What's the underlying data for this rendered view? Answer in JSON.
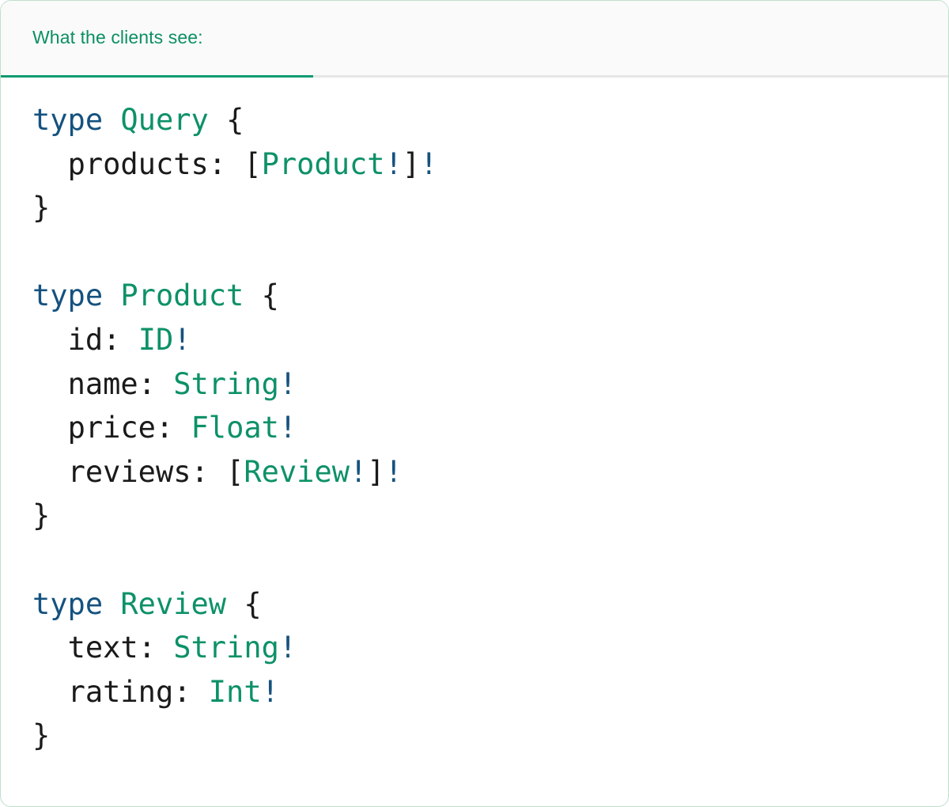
{
  "card": {
    "background": "#ffffff",
    "border_color": "#bfdfcd",
    "corner_radius": "14px"
  },
  "header": {
    "title": "What the clients see:",
    "title_color": "#0c8f63",
    "background": "#fafafa",
    "active_tab_underline_color": "#0e9b72",
    "inactive_border_color": "#e6e6e6"
  },
  "theme": {
    "keyword_color": "#15527f",
    "typename_color": "#0d9168",
    "text_color": "#1a1a1a",
    "bang_color": "#15527f",
    "code_background": "#ffffff"
  },
  "code": {
    "language": "graphql",
    "raw": "type Query {\n  products: [Product!]!\n}\n\ntype Product {\n  id: ID!\n  name: String!\n  price: Float!\n  reviews: [Review!]!\n}\n\ntype Review {\n  text: String!\n  rating: Int!\n}",
    "lines": [
      {
        "n": 1,
        "tokens": [
          {
            "t": "type",
            "c": "kw"
          },
          {
            "t": " ",
            "c": "plain"
          },
          {
            "t": "Query",
            "c": "type"
          },
          {
            "t": " ",
            "c": "plain"
          },
          {
            "t": "{",
            "c": "punct"
          }
        ]
      },
      {
        "n": 2,
        "tokens": [
          {
            "t": "  ",
            "c": "plain"
          },
          {
            "t": "products",
            "c": "field"
          },
          {
            "t": ": ",
            "c": "punct"
          },
          {
            "t": "[",
            "c": "punct"
          },
          {
            "t": "Product",
            "c": "type"
          },
          {
            "t": "!",
            "c": "bang"
          },
          {
            "t": "]",
            "c": "punct"
          },
          {
            "t": "!",
            "c": "bang"
          }
        ]
      },
      {
        "n": 3,
        "tokens": [
          {
            "t": "}",
            "c": "punct"
          }
        ]
      },
      {
        "n": 4,
        "tokens": []
      },
      {
        "n": 5,
        "tokens": [
          {
            "t": "type",
            "c": "kw"
          },
          {
            "t": " ",
            "c": "plain"
          },
          {
            "t": "Product",
            "c": "type"
          },
          {
            "t": " ",
            "c": "plain"
          },
          {
            "t": "{",
            "c": "punct"
          }
        ]
      },
      {
        "n": 6,
        "tokens": [
          {
            "t": "  ",
            "c": "plain"
          },
          {
            "t": "id",
            "c": "field"
          },
          {
            "t": ": ",
            "c": "punct"
          },
          {
            "t": "ID",
            "c": "type"
          },
          {
            "t": "!",
            "c": "bang"
          }
        ]
      },
      {
        "n": 7,
        "tokens": [
          {
            "t": "  ",
            "c": "plain"
          },
          {
            "t": "name",
            "c": "field"
          },
          {
            "t": ": ",
            "c": "punct"
          },
          {
            "t": "String",
            "c": "type"
          },
          {
            "t": "!",
            "c": "bang"
          }
        ]
      },
      {
        "n": 8,
        "tokens": [
          {
            "t": "  ",
            "c": "plain"
          },
          {
            "t": "price",
            "c": "field"
          },
          {
            "t": ": ",
            "c": "punct"
          },
          {
            "t": "Float",
            "c": "type"
          },
          {
            "t": "!",
            "c": "bang"
          }
        ]
      },
      {
        "n": 9,
        "tokens": [
          {
            "t": "  ",
            "c": "plain"
          },
          {
            "t": "reviews",
            "c": "field"
          },
          {
            "t": ": ",
            "c": "punct"
          },
          {
            "t": "[",
            "c": "punct"
          },
          {
            "t": "Review",
            "c": "type"
          },
          {
            "t": "!",
            "c": "bang"
          },
          {
            "t": "]",
            "c": "punct"
          },
          {
            "t": "!",
            "c": "bang"
          }
        ]
      },
      {
        "n": 10,
        "tokens": [
          {
            "t": "}",
            "c": "punct"
          }
        ]
      },
      {
        "n": 11,
        "tokens": []
      },
      {
        "n": 12,
        "tokens": [
          {
            "t": "type",
            "c": "kw"
          },
          {
            "t": " ",
            "c": "plain"
          },
          {
            "t": "Review",
            "c": "type"
          },
          {
            "t": " ",
            "c": "plain"
          },
          {
            "t": "{",
            "c": "punct"
          }
        ]
      },
      {
        "n": 13,
        "tokens": [
          {
            "t": "  ",
            "c": "plain"
          },
          {
            "t": "text",
            "c": "field"
          },
          {
            "t": ": ",
            "c": "punct"
          },
          {
            "t": "String",
            "c": "type"
          },
          {
            "t": "!",
            "c": "bang"
          }
        ]
      },
      {
        "n": 14,
        "tokens": [
          {
            "t": "  ",
            "c": "plain"
          },
          {
            "t": "rating",
            "c": "field"
          },
          {
            "t": ": ",
            "c": "punct"
          },
          {
            "t": "Int",
            "c": "type"
          },
          {
            "t": "!",
            "c": "bang"
          }
        ]
      },
      {
        "n": 15,
        "tokens": [
          {
            "t": "}",
            "c": "punct"
          }
        ]
      }
    ]
  }
}
